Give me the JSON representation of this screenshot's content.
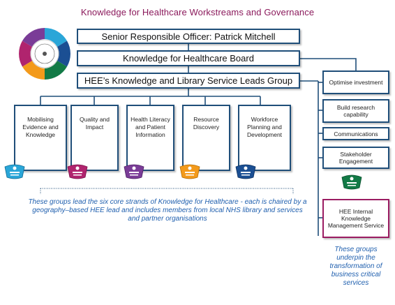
{
  "title": "Knowledge for Healthcare Workstreams and Governance",
  "top_boxes": {
    "sro": "Senior Responsible Officer: Patrick Mitchell",
    "board": "Knowledge for Healthcare Board",
    "leads_group": "HEE’s Knowledge and Library Service Leads Group"
  },
  "strands": [
    {
      "label": "Mobilising Evidence and Knowledge",
      "color": "#2aa6d8"
    },
    {
      "label": "Quality and Impact",
      "color": "#b0246e"
    },
    {
      "label": "Health Literacy and Patient Information",
      "color": "#7a3c97"
    },
    {
      "label": "Resource Discovery",
      "color": "#f39a1b"
    },
    {
      "label": "Workforce Planning and Development",
      "color": "#1b4f93"
    }
  ],
  "side_boxes": [
    {
      "label": "Optimise investment"
    },
    {
      "label": "Build research capability"
    },
    {
      "label": "Communications"
    },
    {
      "label": "Stakeholder Engagement"
    },
    {
      "label": "HEE Internal Knowledge Management Service"
    }
  ],
  "notes": {
    "strands_note": "These groups lead the six core strands of Knowledge for Healthcare - each is chaired by a geography–based HEE lead and includes members from local NHS library and services and partner organisations",
    "side_note": "These groups underpin the transformation of business critical services"
  },
  "colors": {
    "title": "#8b1a5c",
    "box_border": "#1f4e79",
    "connector": "#1f4e79",
    "note_text": "#1f5fae",
    "kms_border": "#9b1c62",
    "kms_icon": "#127a46"
  }
}
